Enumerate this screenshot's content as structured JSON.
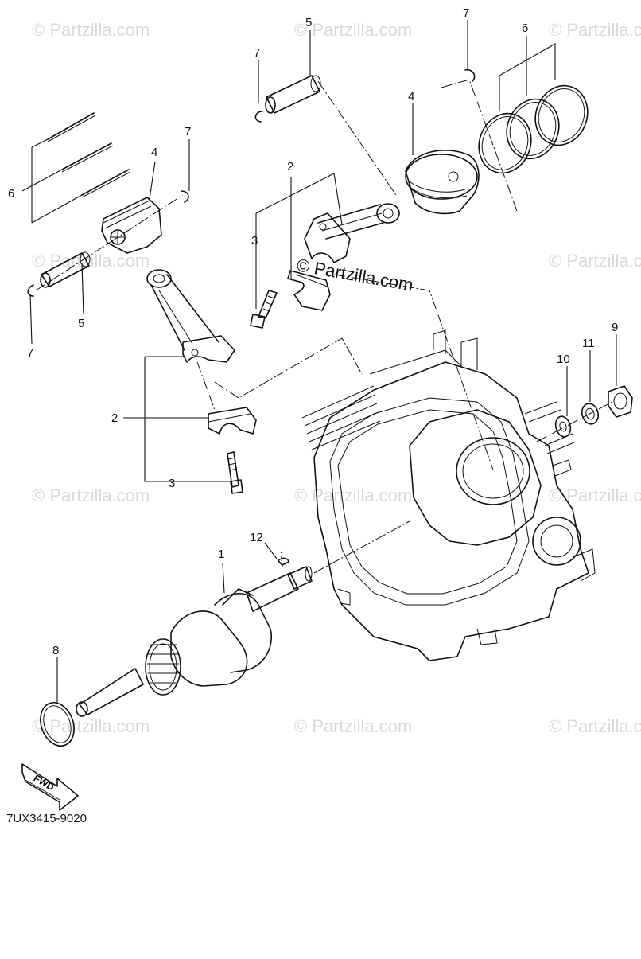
{
  "watermark": {
    "text": "© Partzilla.com",
    "center_text": "© Partzilla.com"
  },
  "diagram_code": "7UX3415-9020",
  "fwd_label": "FWD",
  "callouts": {
    "c1": "1",
    "c2a": "2",
    "c2b": "2",
    "c3a": "3",
    "c3b": "3",
    "c4a": "4",
    "c4b": "4",
    "c5a": "5",
    "c5b": "5",
    "c6a": "6",
    "c6b": "6",
    "c7a": "7",
    "c7b": "7",
    "c7c": "7",
    "c7d": "7",
    "c8": "8",
    "c9": "9",
    "c10": "10",
    "c11": "11",
    "c12": "12"
  }
}
